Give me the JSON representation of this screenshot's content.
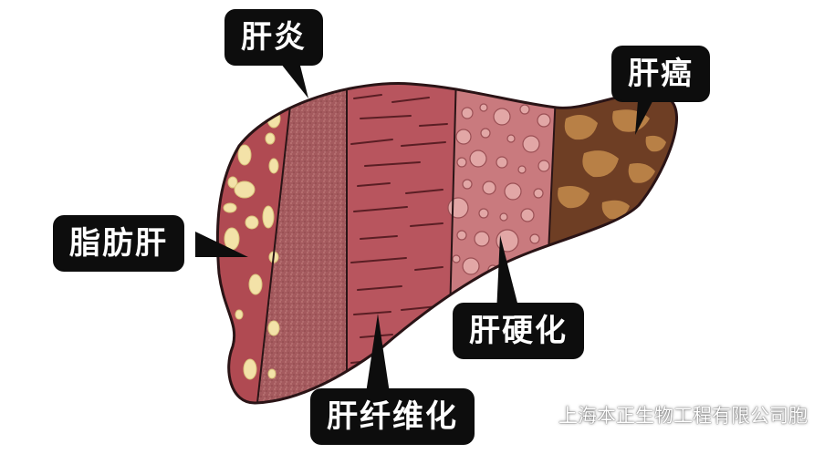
{
  "diagram": {
    "stages": [
      {
        "id": "fatty",
        "label": "脂肪肝"
      },
      {
        "id": "hepatitis",
        "label": "肝炎"
      },
      {
        "id": "fibrosis",
        "label": "肝纤维化"
      },
      {
        "id": "cirrhosis",
        "label": "肝硬化"
      },
      {
        "id": "cancer",
        "label": "肝癌"
      }
    ],
    "colors": {
      "fatty": "#b04a52",
      "hepatitis": "#a45a5e",
      "fibrosis": "#b8555e",
      "cirrhosis": "#c97a7e",
      "cancer": "#6e3e24",
      "outline": "#2a1416",
      "label_bg": "#0d0d0d"
    }
  },
  "watermark": {
    "icon": "wechat-icon",
    "text": "上海本正生物工程有限公司胞"
  }
}
